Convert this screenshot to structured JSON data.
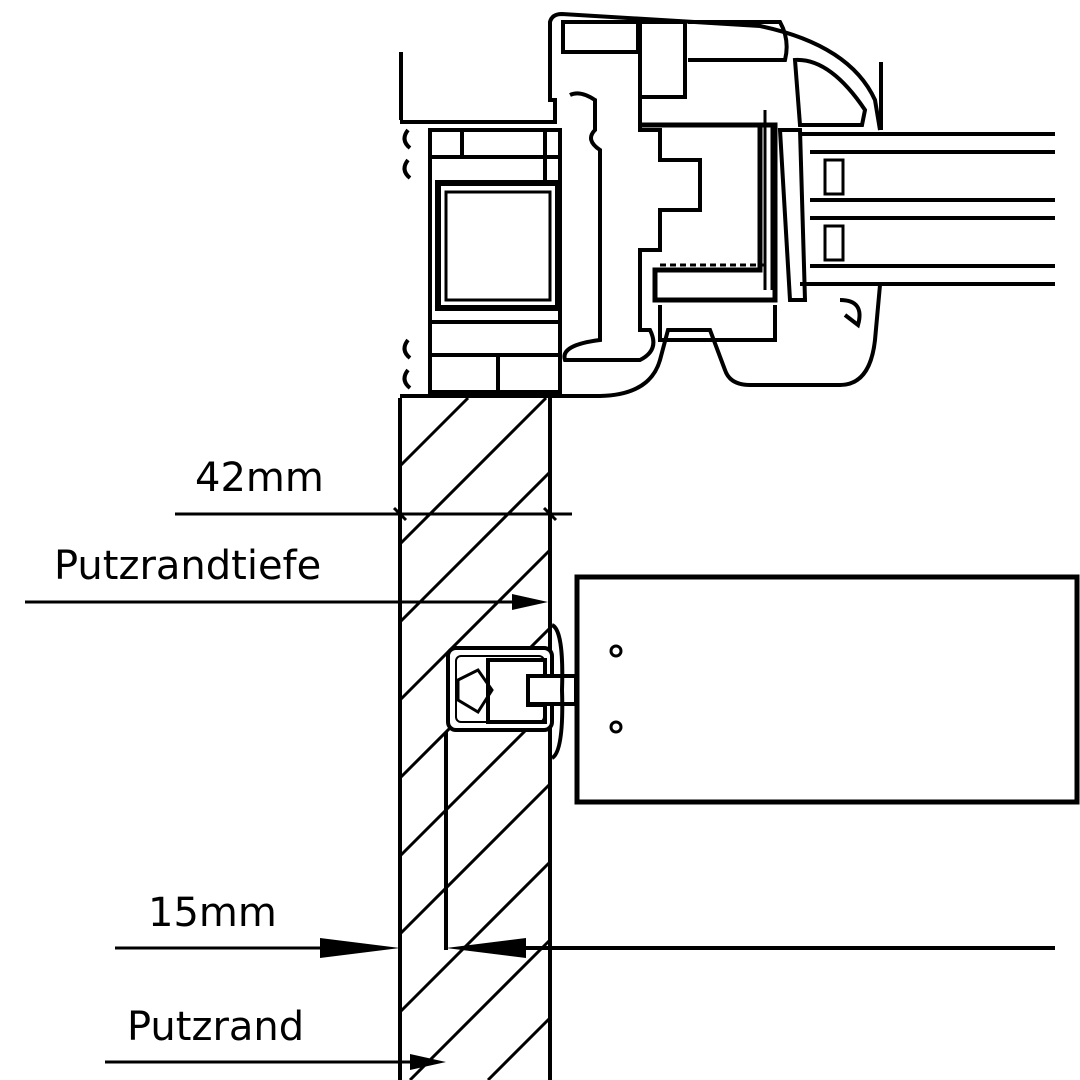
{
  "labels": {
    "depth_value": "42mm",
    "depth_name": "Putzrandtiefe",
    "edge_value": "15mm",
    "edge_name": "Putzrand"
  },
  "colors": {
    "line": "#000000",
    "background": "#ffffff"
  }
}
